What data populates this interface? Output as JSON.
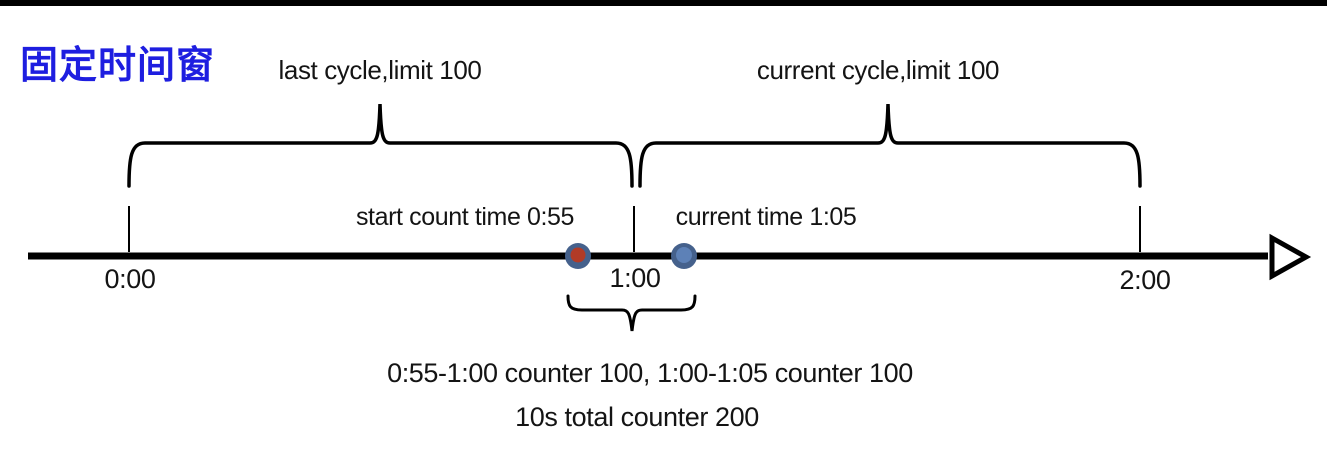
{
  "title": "固定时间窗",
  "colors": {
    "title": "#1E1EE0",
    "ink": "#000000",
    "marker_ring": "#45618C",
    "marker_red": "#B23B27",
    "marker_blue": "#5D81B7"
  },
  "cycles": {
    "last": "last cycle,limit 100",
    "current": "current cycle,limit 100"
  },
  "markers": {
    "start": "start count time 0:55",
    "current": "current time 1:05"
  },
  "ticks": {
    "t0": "0:00",
    "t1": "1:00",
    "t2": "2:00"
  },
  "summary": {
    "line1": "0:55-1:00 counter 100, 1:00-1:05 counter 100",
    "line2": "10s total counter 200"
  }
}
